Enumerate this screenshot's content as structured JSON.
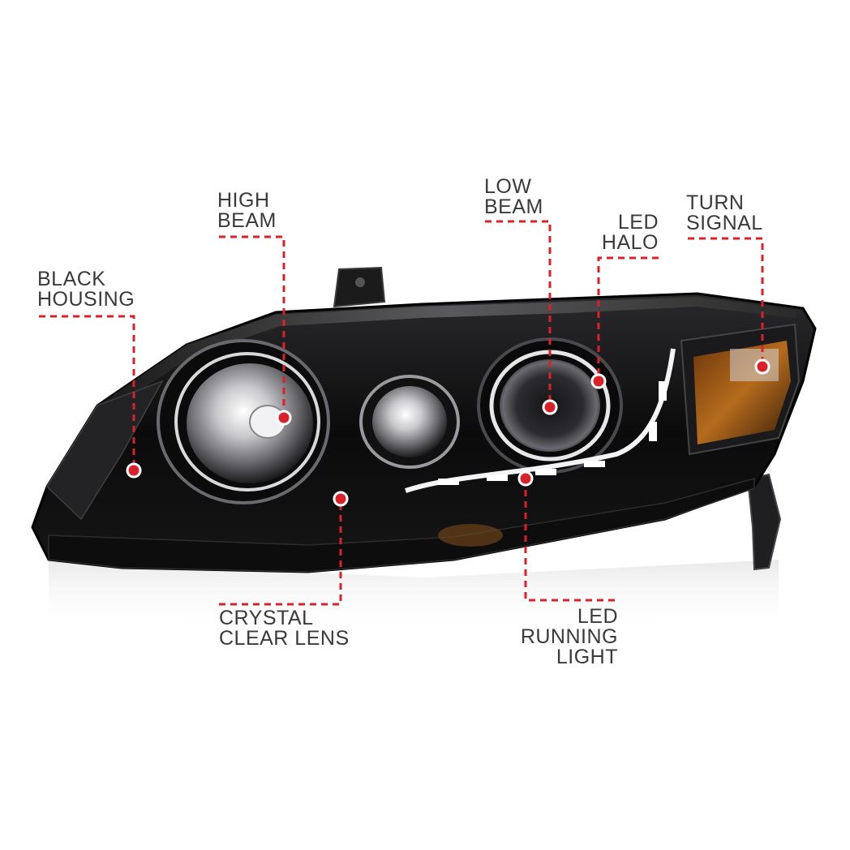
{
  "accent_color": "#d7222a",
  "callouts": [
    {
      "id": "black-housing",
      "lines": [
        "BLACK",
        "HOUSING"
      ]
    },
    {
      "id": "high-beam",
      "lines": [
        "HIGH",
        "BEAM"
      ]
    },
    {
      "id": "low-beam",
      "lines": [
        "LOW",
        "BEAM"
      ]
    },
    {
      "id": "led-halo",
      "lines": [
        "LED",
        "HALO"
      ]
    },
    {
      "id": "turn-signal",
      "lines": [
        "TURN",
        "SIGNAL"
      ]
    },
    {
      "id": "crystal-clear-lens",
      "lines": [
        "CRYSTAL",
        "CLEAR LENS"
      ]
    },
    {
      "id": "led-running-light",
      "lines": [
        "LED",
        "RUNNING",
        "LIGHT"
      ]
    }
  ]
}
